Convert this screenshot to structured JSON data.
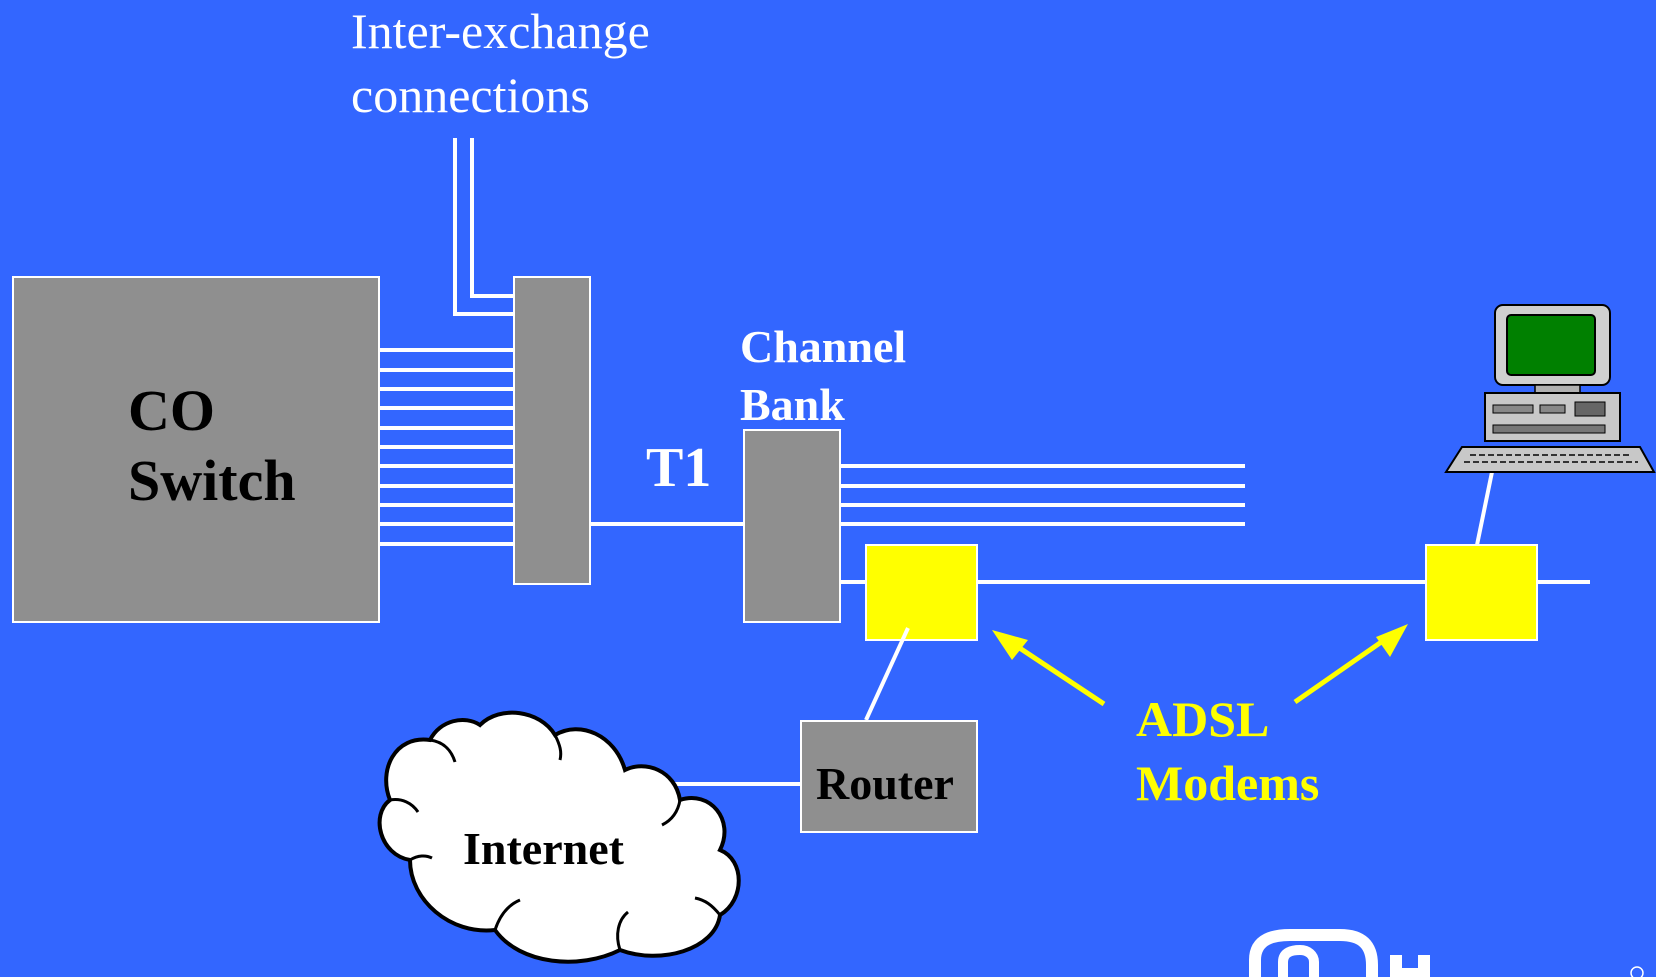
{
  "diagram": {
    "title_line1": "Inter-exchange",
    "title_line2": "connections",
    "co_switch_line1": "CO",
    "co_switch_line2": "Switch",
    "channel_bank_line1": "Channel",
    "channel_bank_line2": "Bank",
    "t1_label": "T1",
    "router_label": "Router",
    "internet_label": "Internet",
    "modems_line1": "ADSL",
    "modems_line2": "Modems"
  },
  "colors": {
    "background": "#3366FF",
    "box_gray": "#8F8F8F",
    "modem": "#FFFF00",
    "wire": "#FFFFFF",
    "screen": "#008000"
  },
  "icons": {
    "computer": "desktop-computer-icon",
    "cloud": "internet-cloud-icon",
    "logo": "partial-logo"
  }
}
